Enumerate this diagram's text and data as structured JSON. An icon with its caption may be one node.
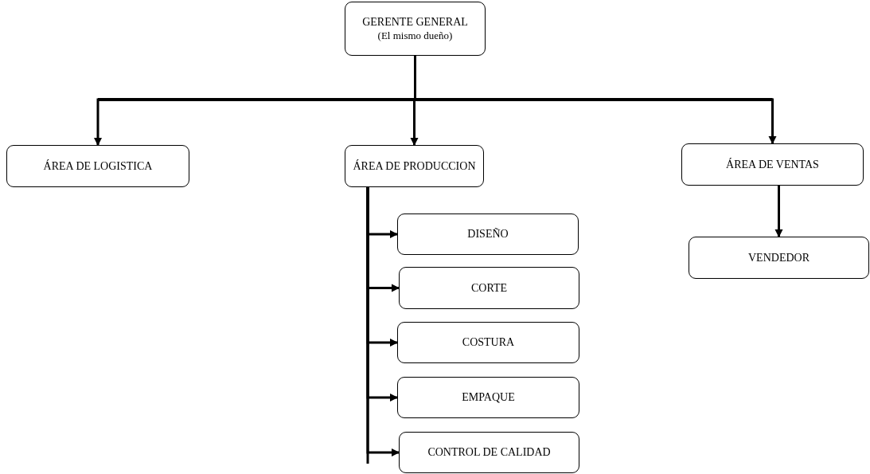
{
  "diagram": {
    "nodes": [
      {
        "text": [
          "GERENTE GENERAL",
          "(El mismo dueño)"
        ]
      },
      {
        "text": [
          "ÁREA DE LOGISTICA"
        ]
      },
      {
        "text": [
          "ÁREA DE PRODUCCION"
        ]
      },
      {
        "text": [
          "ÁREA DE VENTAS"
        ]
      },
      {
        "text": [
          "DISEÑO"
        ]
      },
      {
        "text": [
          "CORTE"
        ]
      },
      {
        "text": [
          "COSTURA"
        ]
      },
      {
        "text": [
          "EMPAQUE"
        ]
      },
      {
        "text": [
          "CONTROL DE CALIDAD"
        ]
      },
      {
        "text": [
          "VENDEDOR"
        ]
      }
    ],
    "edges": [
      {
        "from": 0,
        "to": 1,
        "arrow": "to"
      },
      {
        "from": 0,
        "to": 2,
        "arrow": "to"
      },
      {
        "from": 0,
        "to": 3,
        "arrow": "to"
      },
      {
        "from": 2,
        "to": 4,
        "arrow": "to"
      },
      {
        "from": 2,
        "to": 5,
        "arrow": "to"
      },
      {
        "from": 2,
        "to": 6,
        "arrow": "to"
      },
      {
        "from": 2,
        "to": 7,
        "arrow": "to"
      },
      {
        "from": 2,
        "to": 8,
        "arrow": "to"
      },
      {
        "from": 3,
        "to": 9,
        "arrow": "to"
      }
    ]
  }
}
